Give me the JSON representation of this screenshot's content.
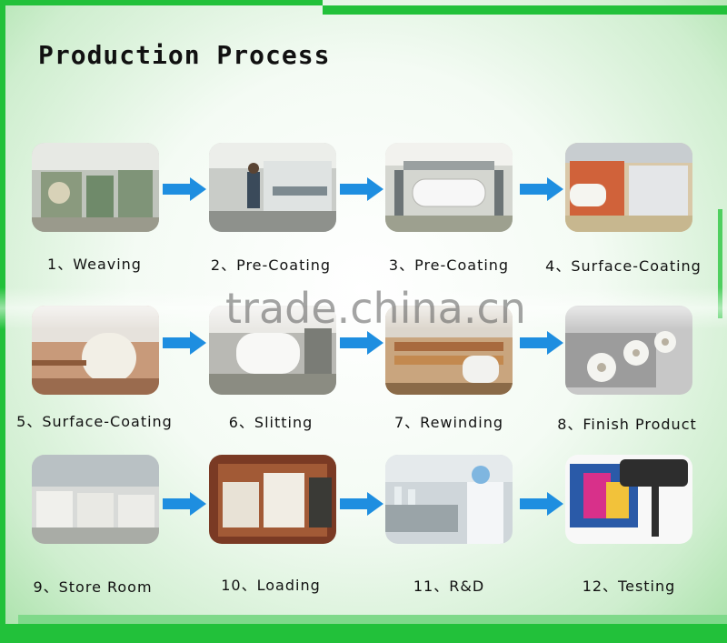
{
  "title": "Production Process",
  "watermark": "trade.china.cn",
  "colors": {
    "border": "#22c13a",
    "arrow": "#1e8ee0"
  },
  "steps": [
    {
      "label": "1、Weaving"
    },
    {
      "label": "2、Pre-Coating"
    },
    {
      "label": "3、Pre-Coating"
    },
    {
      "label": "4、Surface-Coating"
    },
    {
      "label": "5、Surface-Coating"
    },
    {
      "label": "6、Slitting"
    },
    {
      "label": "7、Rewinding"
    },
    {
      "label": "8、Finish Product"
    },
    {
      "label": "9、Store Room"
    },
    {
      "label": "10、Loading"
    },
    {
      "label": "11、R&D"
    },
    {
      "label": "12、Testing"
    }
  ]
}
